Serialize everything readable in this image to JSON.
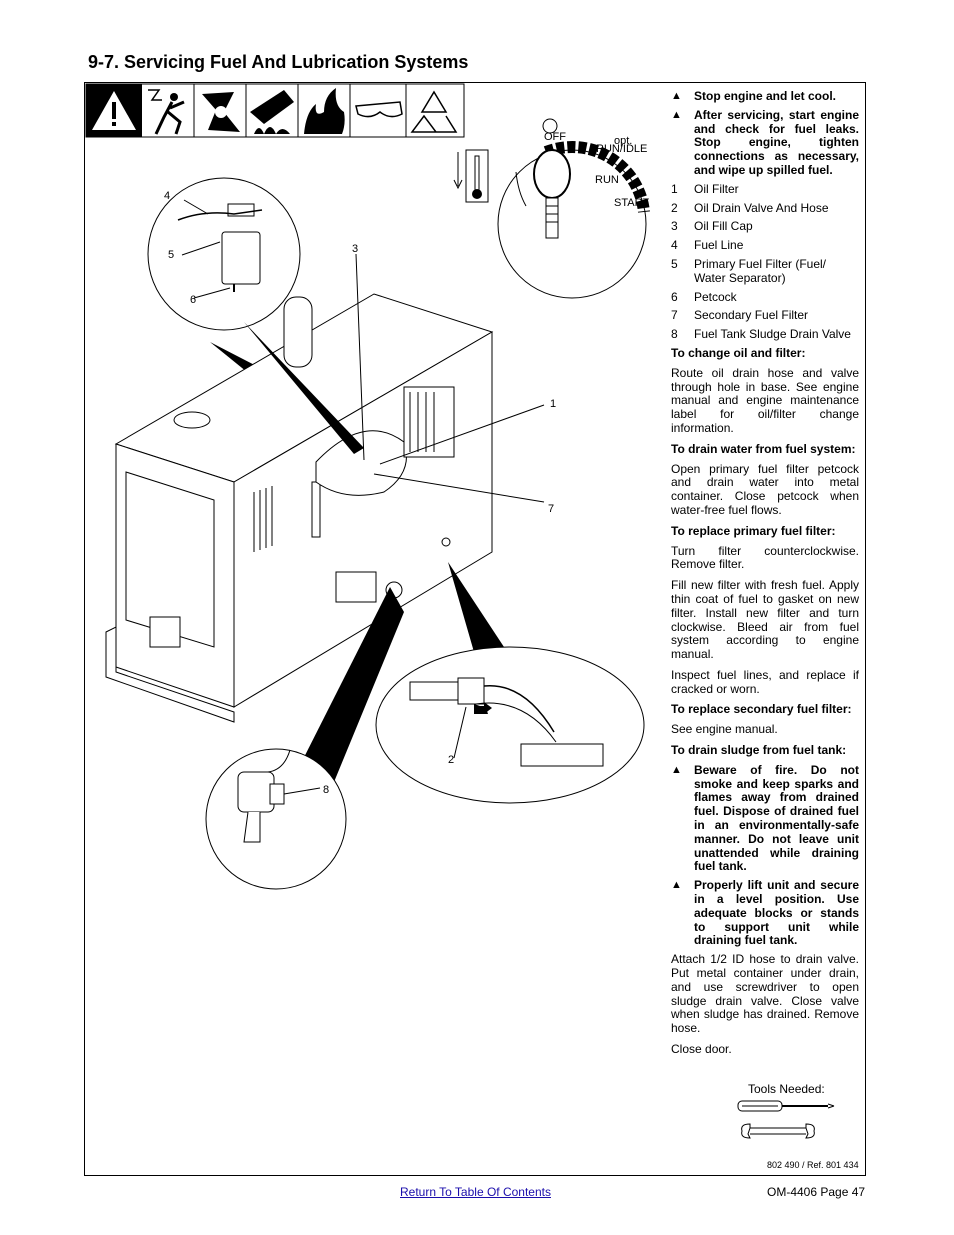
{
  "section_title": "9-7.   Servicing Fuel And Lubrication Systems",
  "warnings_top": [
    "Stop engine and let cool.",
    "After servicing, start engine and check for fuel leaks. Stop engine, tighten connections as necessary, and wipe up spilled fuel."
  ],
  "parts": [
    {
      "num": "1",
      "label": "Oil Filter"
    },
    {
      "num": "2",
      "label": "Oil Drain Valve And Hose"
    },
    {
      "num": "3",
      "label": "Oil Fill Cap"
    },
    {
      "num": "4",
      "label": "Fuel Line"
    },
    {
      "num": "5",
      "label": "Primary Fuel Filter (Fuel/ Water Separator)"
    },
    {
      "num": "6",
      "label": "Petcock"
    },
    {
      "num": "7",
      "label": "Secondary Fuel Filter"
    },
    {
      "num": "8",
      "label": "Fuel Tank Sludge Drain Valve"
    }
  ],
  "oil": {
    "heading": "To change oil and filter:",
    "text": "Route oil drain hose and valve through hole in base. See engine manual and engine maintenance label for oil/filter change information."
  },
  "water": {
    "heading": "To drain water from fuel system:",
    "text": "Open primary fuel filter petcock and drain water into metal container. Close petcock when water-free fuel flows."
  },
  "primary": {
    "heading": "To replace primary fuel filter:",
    "p1": "Turn filter counterclockwise. Remove filter.",
    "p2": "Fill new filter with fresh fuel. Apply thin coat of fuel to gasket on new filter. Install new filter and turn clockwise. Bleed air from fuel system according to engine manual.",
    "p3": "Inspect fuel lines, and replace if cracked or worn."
  },
  "secondary": {
    "heading": "To replace secondary fuel filter:",
    "text": "See engine manual."
  },
  "sludge": {
    "heading": "To drain sludge from fuel tank:",
    "warnings": [
      "Beware of fire. Do not smoke and keep sparks and flames away from drained fuel. Dispose of drained fuel in an environmentally-safe manner. Do not leave unit unattended while draining fuel tank.",
      "Properly lift unit and secure in a level position. Use adequate blocks or stands to support unit while draining fuel tank."
    ],
    "p1": "Attach 1/2 ID hose to drain valve. Put metal container under drain, and use screwdriver to open sludge drain valve. Close valve when sludge has drained. Remove hose.",
    "p2": "Close door."
  },
  "warning_symbol": "▲",
  "tools_needed": "Tools Needed:",
  "figure_ref": "802 490 / Ref. 801 434",
  "switch_labels": {
    "off": "OFF",
    "opt": "opt.",
    "run_idle": "RUN/IDLE",
    "run": "RUN",
    "start": "START"
  },
  "callouts": {
    "c1": "1",
    "c2": "2",
    "c3": "3",
    "c4": "4",
    "c5": "5",
    "c6": "6",
    "c7": "7",
    "c8": "8"
  },
  "footer": {
    "toc_link": "Return To Table Of Contents",
    "page": "OM-4406 Page 47"
  }
}
